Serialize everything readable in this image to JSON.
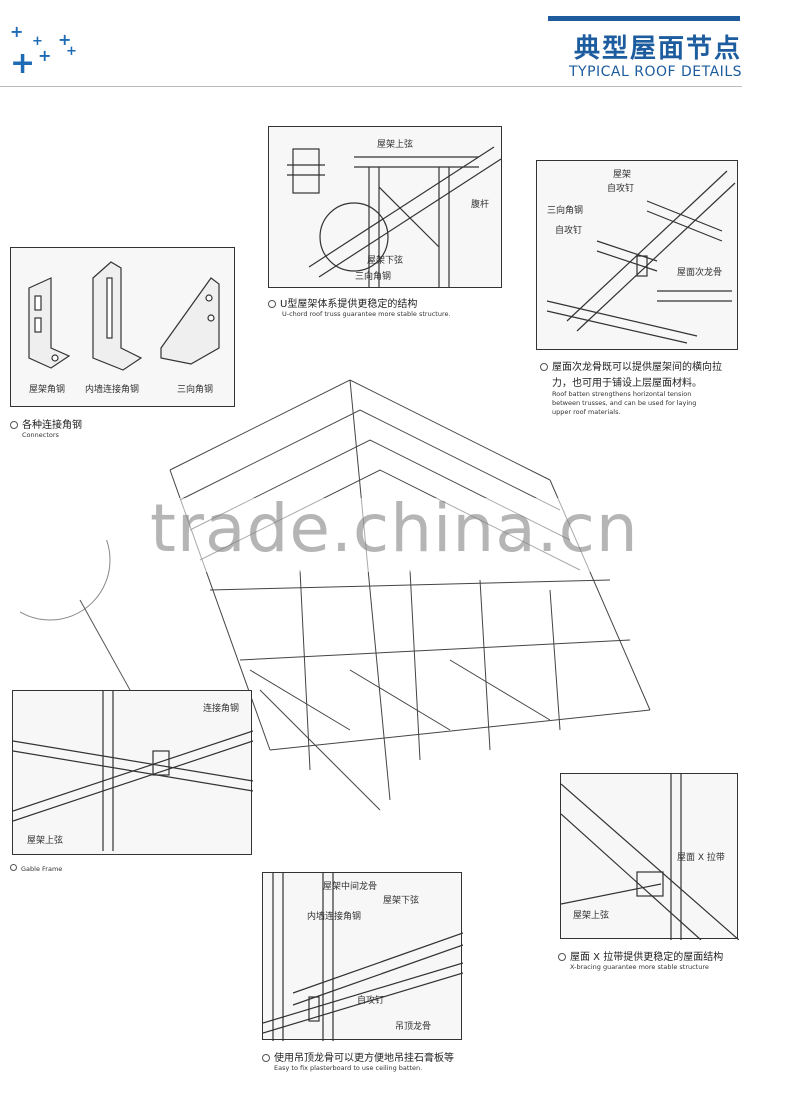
{
  "header": {
    "title_cn": "典型屋面节点",
    "title_en": "TYPICAL ROOF DETAILS",
    "accent": "#1d5c9e"
  },
  "watermark": "trade.china.cn",
  "panels": {
    "u_chord": {
      "labels": [
        "屋架上弦",
        "腹杆",
        "屋架下弦",
        "三向角钢"
      ],
      "caption_cn": "U型屋架体系提供更稳定的结构",
      "caption_en": "U-chord roof truss guarantee more stable structure."
    },
    "batten": {
      "labels": [
        "屋架",
        "自攻钉",
        "三向角钢",
        "自攻钉",
        "屋面次龙骨"
      ],
      "caption_cn_1": "屋面次龙骨既可以提供屋架间的横向拉",
      "caption_cn_2": "力，也可用于铺设上层屋面材料。",
      "caption_en_1": "Roof batten strengthens horizontal tension",
      "caption_en_2": "between trusses, and can be used for laying",
      "caption_en_3": "upper roof materials."
    },
    "connectors": {
      "labels": [
        "屋架角钢",
        "内墙连接角钢",
        "三向角钢"
      ],
      "caption_cn": "各种连接角钢",
      "caption_en": "Connectors"
    },
    "gable": {
      "labels": [
        "连接角钢",
        "屋架上弦"
      ],
      "caption_en": "Gable Frame"
    },
    "xbracing": {
      "labels": [
        "屋面 X 拉带",
        "屋架上弦"
      ],
      "caption_cn": "屋面 X 拉带提供更稳定的屋面结构",
      "caption_en": "X-bracing guarantee more stable structure"
    },
    "ceiling": {
      "labels": [
        "屋架中间龙骨",
        "屋架下弦",
        "内墙连接角钢",
        "自攻钉",
        "吊顶龙骨"
      ],
      "caption_cn": "使用吊顶龙骨可以更方便地吊挂石膏板等",
      "caption_en": "Easy to fix plasterboard to use ceiling batten."
    }
  }
}
